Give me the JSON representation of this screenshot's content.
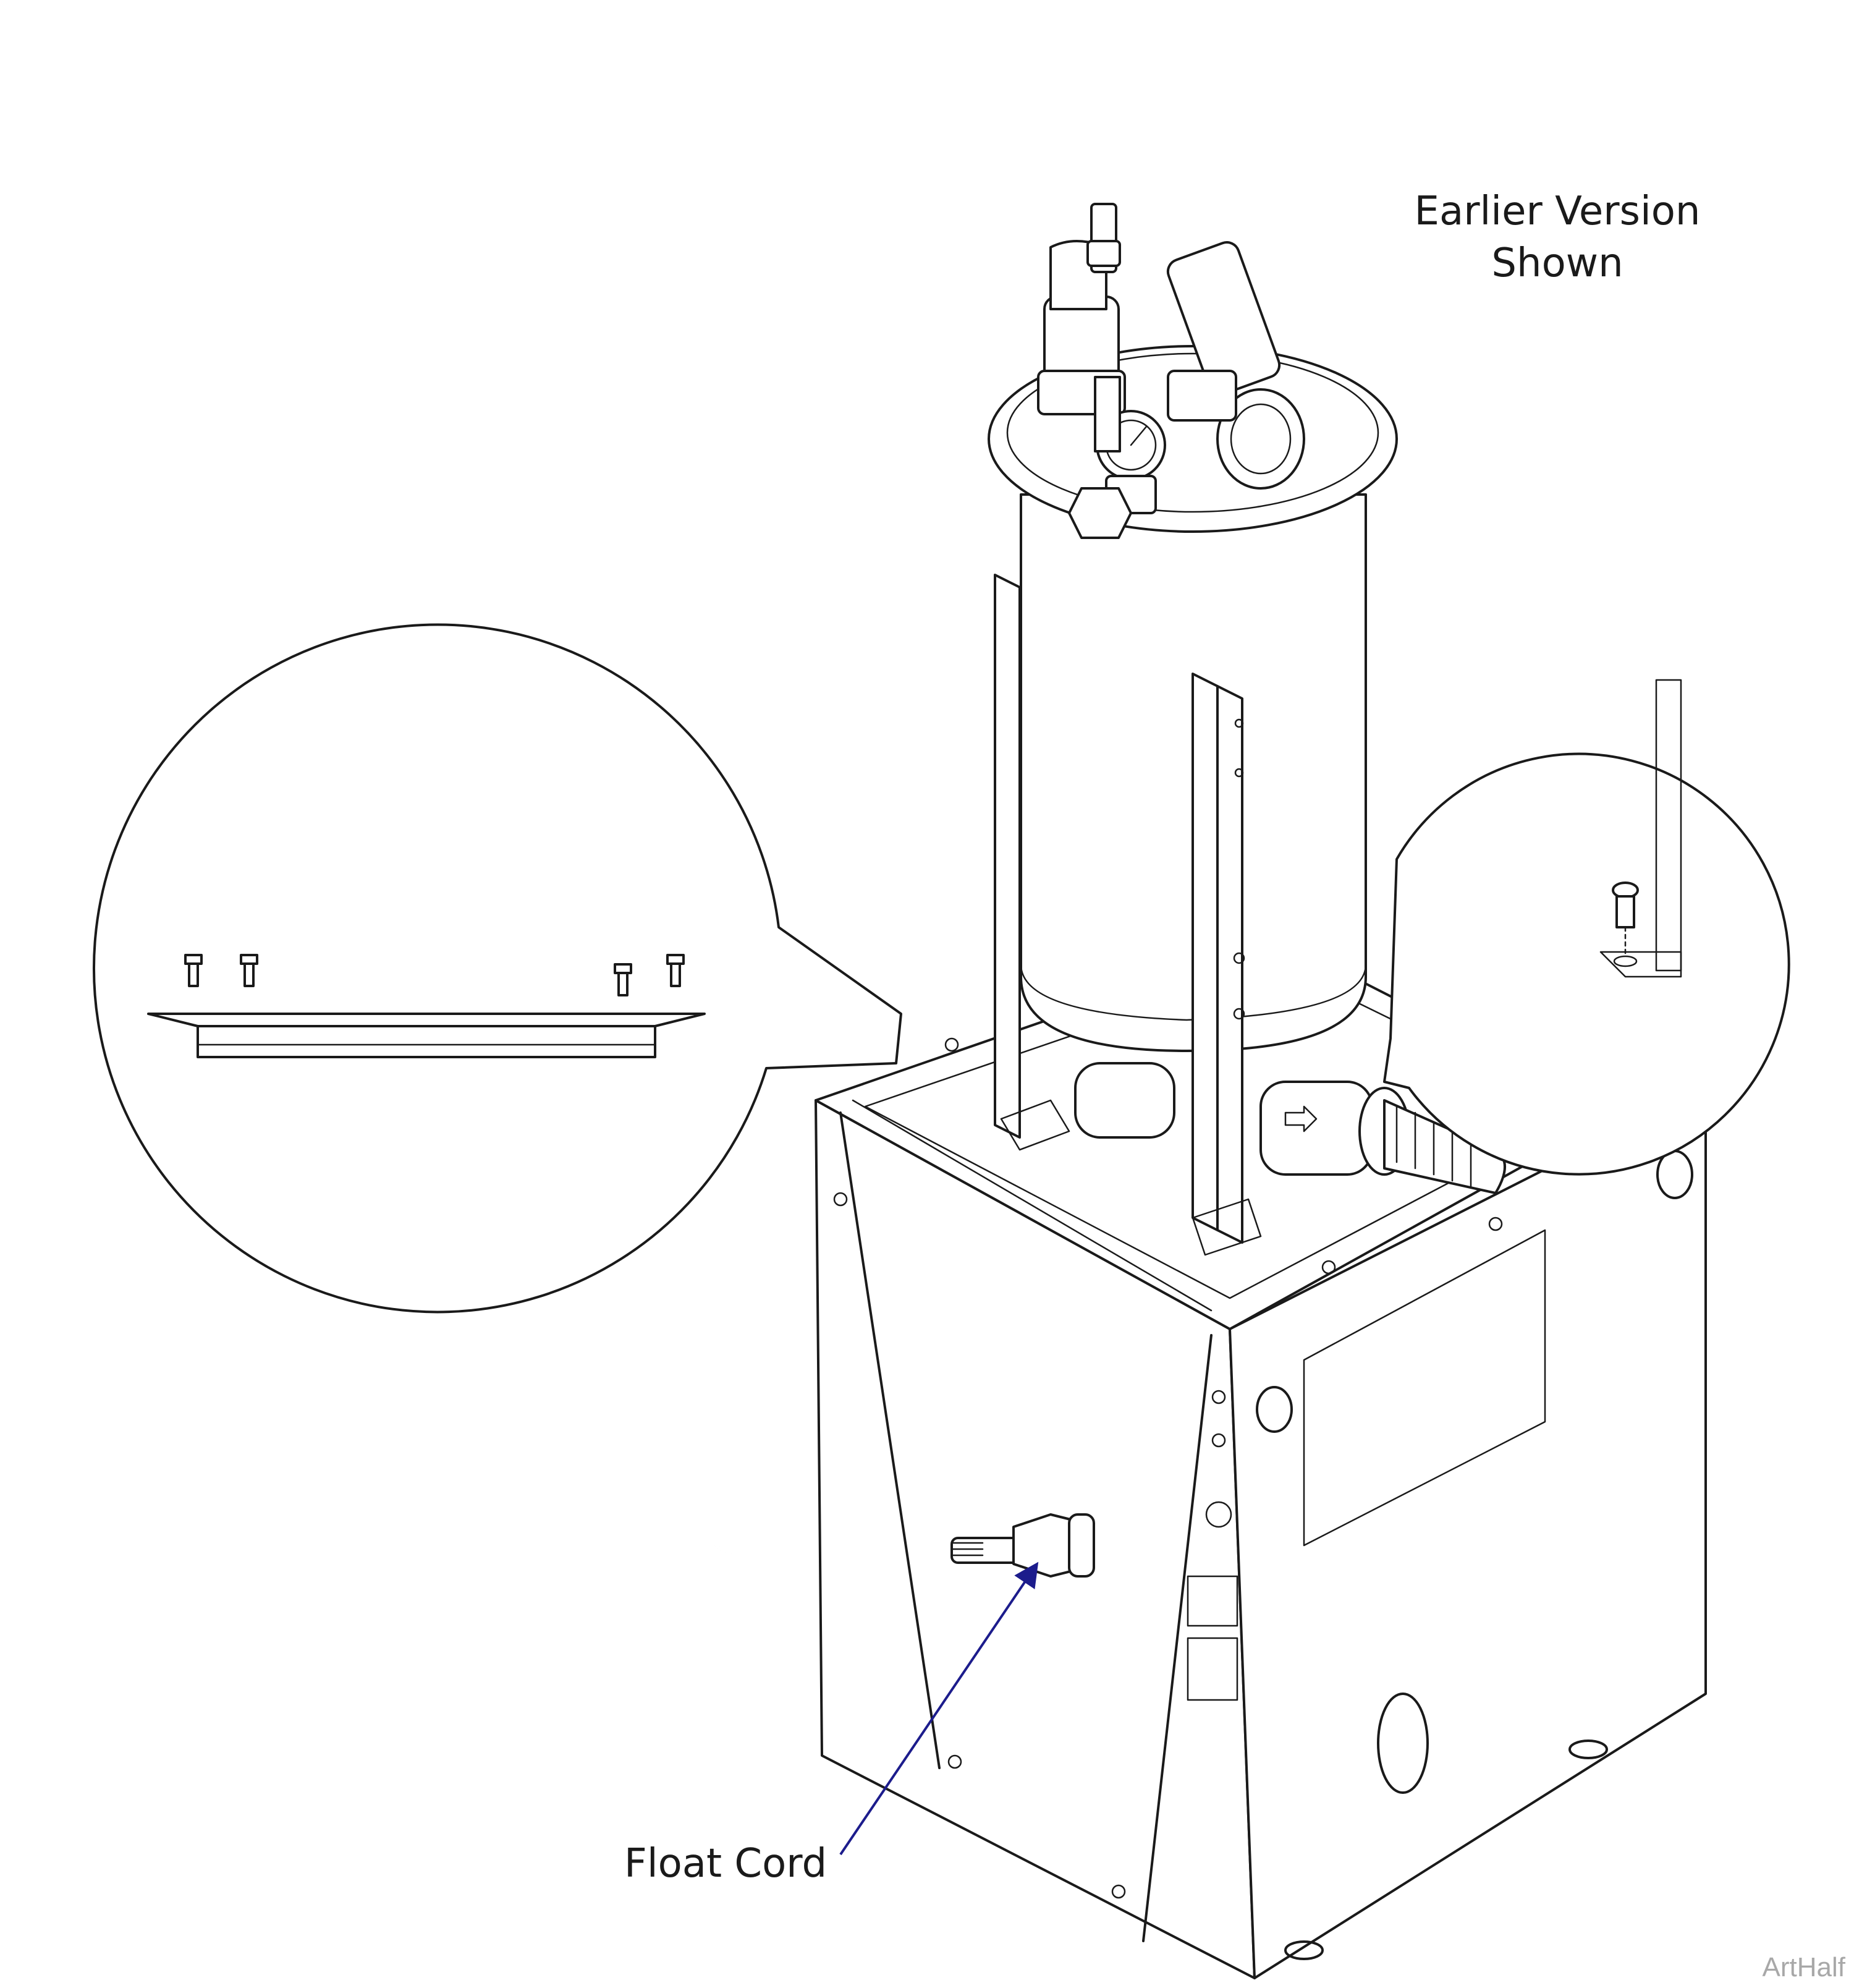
{
  "annotations": {
    "version_note_line1": "Earlier Version",
    "version_note_line2": "Shown",
    "float_cord": "Float Cord"
  },
  "credit": "ArtHalf",
  "colors": {
    "line": "#1a1a1a",
    "leader": "#1c1c8c",
    "credit": "#a8a8a8"
  }
}
